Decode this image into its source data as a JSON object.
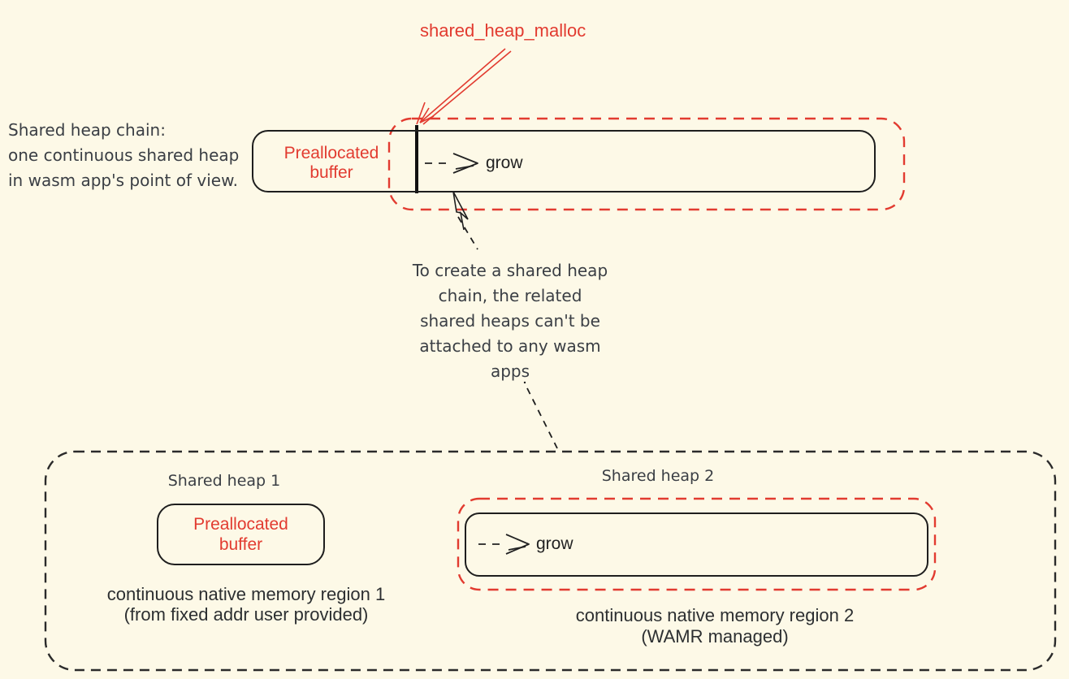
{
  "diagram": {
    "colors": {
      "background": "#fdf9e7",
      "red": "#e23b30",
      "ink": "#1e1e1e",
      "note_text": "#3a3e44"
    },
    "malloc_label": "shared_heap_malloc",
    "chain_note": {
      "lines": [
        "Shared heap chain:",
        "one continuous shared heap",
        "in wasm app's point of view."
      ]
    },
    "chain_heap": {
      "prealloc_line1": "Preallocated",
      "prealloc_line2": "buffer",
      "grow_label": "grow"
    },
    "constraint_note": {
      "lines": [
        "To create a shared heap",
        "chain, the related",
        "shared heaps can't be",
        "attached to any wasm",
        "apps"
      ]
    },
    "heap1": {
      "title": "Shared heap 1",
      "prealloc_line1": "Preallocated",
      "prealloc_line2": "buffer",
      "caption_line1": "continuous native memory region 1",
      "caption_line2": "(from fixed addr user provided)"
    },
    "heap2": {
      "title": "Shared heap 2",
      "grow_label": "grow",
      "caption_line1": "continuous native memory region 2",
      "caption_line2": "(WAMR managed)"
    }
  }
}
